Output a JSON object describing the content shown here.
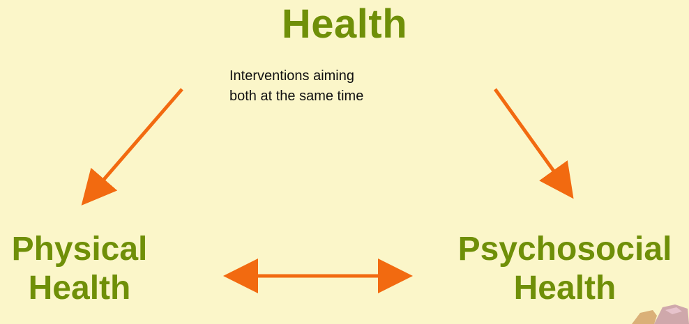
{
  "diagram": {
    "title": "Health",
    "subtitle_lines": [
      "Interventions aiming",
      "both at the same time"
    ],
    "nodes": {
      "physical": {
        "lines": [
          "Physical",
          "Health"
        ]
      },
      "psychosocial": {
        "lines": [
          "Psychosocial",
          "Health"
        ]
      }
    },
    "edges": [
      {
        "from": "Health",
        "to": "Physical Health",
        "direction": "one-way"
      },
      {
        "from": "Health",
        "to": "Psychosocial Health",
        "direction": "one-way"
      },
      {
        "from": "Physical Health",
        "to": "Psychosocial Health",
        "direction": "two-way"
      }
    ]
  },
  "colors": {
    "background": "#fbf6c9",
    "label": "#6f8f08",
    "arrow": "#f26a10",
    "text": "#111111"
  }
}
